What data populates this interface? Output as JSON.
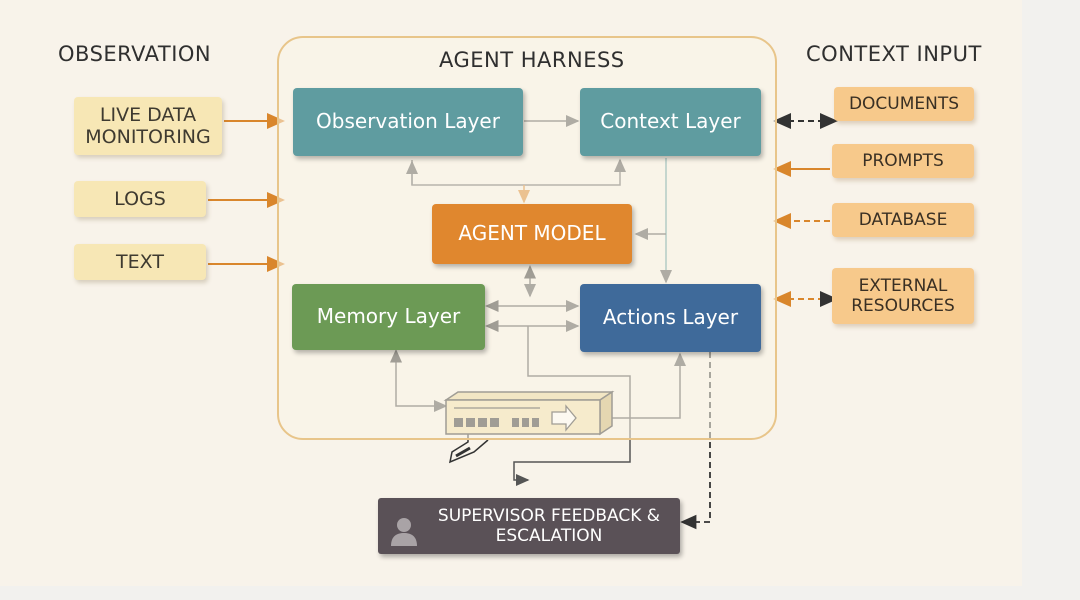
{
  "headings": {
    "observation": "OBSERVATION",
    "harness": "AGENT HARNESS",
    "context_input": "CONTEXT INPUT"
  },
  "inputs": [
    {
      "label": "LIVE DATA\nMONITORING"
    },
    {
      "label": "LOGS"
    },
    {
      "label": "TEXT"
    }
  ],
  "context_inputs": [
    {
      "label": "DOCUMENTS",
      "link": "dashed-bidirectional"
    },
    {
      "label": "PROMPTS",
      "link": "solid"
    },
    {
      "label": "DATABASE",
      "link": "dashed"
    },
    {
      "label": "EXTERNAL\nRESOURCES",
      "link": "dashed-bidirectional"
    }
  ],
  "layers": {
    "observation": "Observation Layer",
    "context": "Context Layer",
    "agent_model": "AGENT MODEL",
    "memory": "Memory Layer",
    "actions": "Actions Layer"
  },
  "supervisor": {
    "label": "SUPERVISOR FEEDBACK &\nESCALATION",
    "icon": "person-icon"
  },
  "colors": {
    "observation_layer": "#5f9ca0",
    "context_layer": "#5f9ca0",
    "agent_model": "#e0872e",
    "memory_layer": "#6c9a55",
    "actions_layer": "#3f6a9a",
    "arrow_orange": "#d9862c",
    "harness_border": "#e8c58a",
    "supervisor": "#5a5157"
  },
  "icons": [
    "server-switch-icon",
    "person-icon"
  ]
}
